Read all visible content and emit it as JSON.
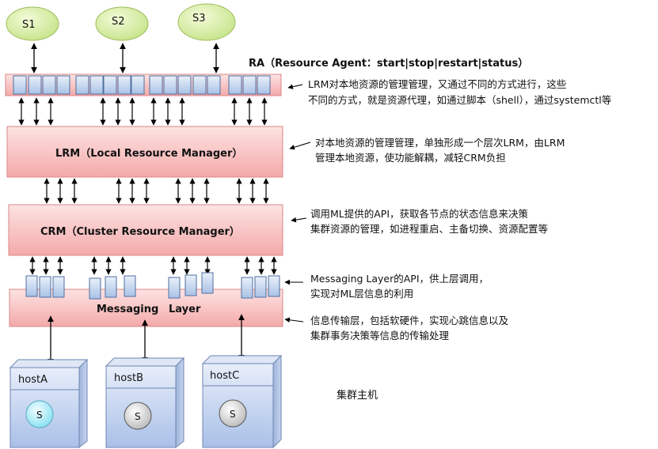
{
  "services": {
    "s1": "S1",
    "s2": "S2",
    "s3": "S3"
  },
  "ra": {
    "title": "RA（Resource Agent：start|stop|restart|status）"
  },
  "lrm": {
    "label": "LRM（Local Resource Manager）"
  },
  "crm": {
    "label": "CRM（Cluster Resource Manager）"
  },
  "messaging": {
    "label1": "Messaging",
    "label2": "Layer"
  },
  "notes": {
    "ra_line1": "LRM对本地资源的管理管理，又通过不同的方式进行，这些",
    "ra_line2": "不同的方式，就是资源代理，如通过脚本（shell），通过systemctl等",
    "lrm_line1": "对本地资源的管理管理，单独形成一个层次LRM，由LRM",
    "lrm_line2": "管理本地资源，使功能解耦，减轻CRM负担",
    "crm_line1": "调用ML提供的API，获取各节点的状态信息来决策",
    "crm_line2": "集群资源的管理，如进程重启、主备切换、资源配置等",
    "ml_api_line1": "Messaging Layer的API，供上层调用，",
    "ml_api_line2": "实现对ML层信息的利用",
    "ml_line1": "信息传输层，包括软硬件，实现心跳信息以及",
    "ml_line2": "集群事务决策等信息的传输处理"
  },
  "hosts": {
    "a_name": "hostA",
    "b_name": "hostB",
    "c_name": "hostC",
    "a_service": "S",
    "b_service": "S",
    "c_service": "S"
  },
  "cluster_label": "集群主机",
  "colors": {
    "layer_fill": "#f7c3c3",
    "layer_border": "#d98888",
    "cell_fill": "#c9d9ef",
    "cell_border": "#4f6fa0",
    "service_fill": "#d6ef9a",
    "host_fill": "#c8d8f2"
  }
}
